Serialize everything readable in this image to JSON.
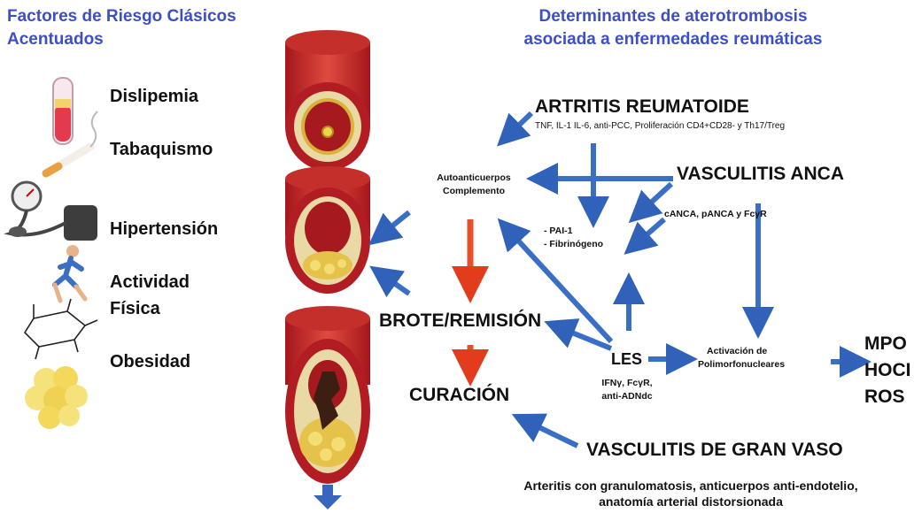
{
  "left_header": {
    "line1": "Factores de Riesgo Clásicos",
    "line2": "Acentuados"
  },
  "right_header": {
    "line1": "Determinantes de aterotrombosis",
    "line2": "asociada a enfermedades reumáticas"
  },
  "risk_factors": [
    {
      "label": "Dislipemia",
      "icon": "test-tube-icon"
    },
    {
      "label": "Tabaquismo",
      "icon": "cigarette-icon"
    },
    {
      "label": "Hipertensión",
      "icon": "blood-pressure-cuff-icon"
    },
    {
      "label": "Actividad",
      "label2": "Física",
      "icon": "runner-icon"
    },
    {
      "label": "Obesidad",
      "icon": "glucose-molecule-icon"
    }
  ],
  "nodes": {
    "artritis": "ARTRITIS REUMATOIDE",
    "artritis_detail": "TNF, IL-1 IL-6, anti-PCC, Proliferación CD4+CD28- y Th17/Treg",
    "vasculitis_anca": "VASCULITIS ANCA",
    "anca_detail": "cANCA, pANCA y FcγR",
    "autoanticuerpos_1": "Autoanticuerpos",
    "autoanticuerpos_2": "Complemento",
    "pai": "- PAI-1",
    "fibrinogeno": "- Fibrinógeno",
    "brote": "BROTE/REMISIÓN",
    "curacion": "CURACIÓN",
    "les": "LES",
    "les_detail_1": "IFNγ, FcγR,",
    "les_detail_2": "anti-ADNdc",
    "activacion_1": "Activación de",
    "activacion_2": "Polimorfonucleares",
    "mpo": "MPO",
    "hoci": "HOCI",
    "ros": "ROS",
    "vasculitis_gv": "VASCULITIS DE GRAN VASO",
    "gv_detail_1": "Arteritis con granulomatosis, anticuerpos anti-endotelio,",
    "gv_detail_2": "anatomía arterial distorsionada"
  },
  "colors": {
    "title": "#3d4fc4",
    "arrow_blue": "#3a6fc6",
    "arrow_red": "#e8502a",
    "vessel": "#c8262a"
  }
}
